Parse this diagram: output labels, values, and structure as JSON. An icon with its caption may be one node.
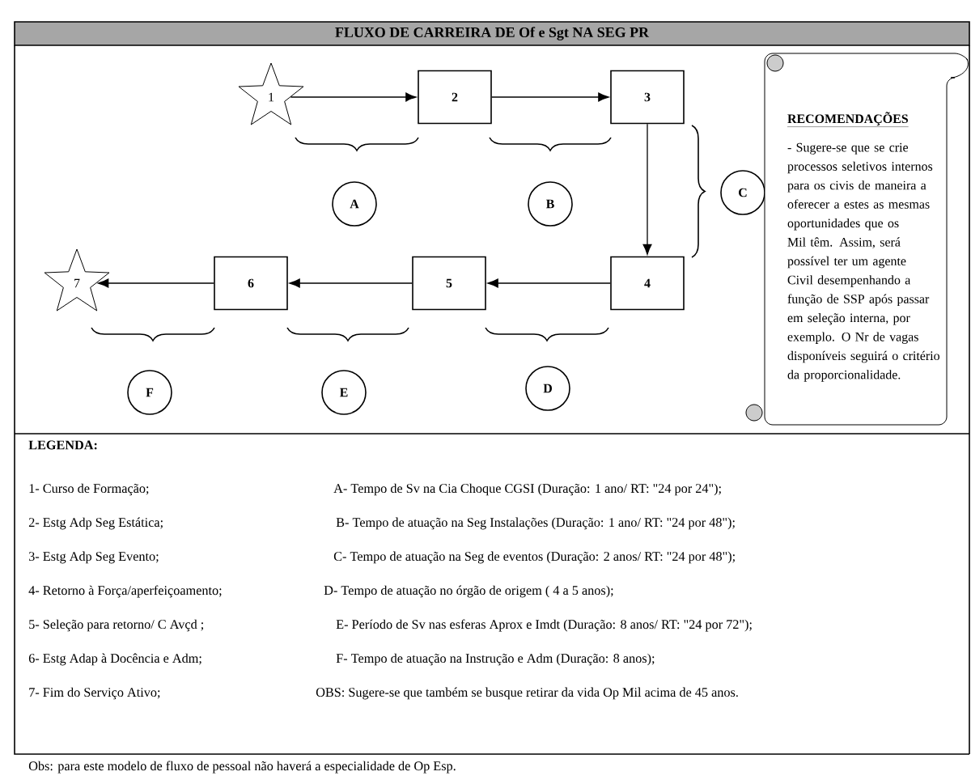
{
  "diagram": {
    "title": "FLUXO DE CARREIRA DE Of e Sgt NA SEG PR",
    "nodes": [
      {
        "text": [
          "1"
        ]
      },
      {
        "text": [
          "2"
        ]
      },
      {
        "text": [
          "3"
        ]
      },
      {
        "text": [
          "4"
        ]
      },
      {
        "text": [
          "5"
        ]
      },
      {
        "text": [
          "6"
        ]
      },
      {
        "text": [
          "7"
        ]
      },
      {
        "text": [
          "A"
        ]
      },
      {
        "text": [
          "B"
        ]
      },
      {
        "text": [
          "C"
        ]
      },
      {
        "text": [
          "D"
        ]
      },
      {
        "text": [
          "E"
        ]
      },
      {
        "text": [
          "F"
        ]
      },
      {
        "text": [
          "RECOMENDAÇÕES",
          "- Sugere-se que se crie processos seletivos internos para os civis de maneira a oferecer a estes as mesmas oportunidades que os Mil têm. Assim, será possível ter um agente Civil desempenhando a função de SSP após passar em seleção interna, por exemplo. O Nr de vagas disponíveis seguirá o critério da proporcionalidade."
        ]
      }
    ],
    "edges": [
      {
        "from": 0,
        "to": 1,
        "arrow": "to"
      },
      {
        "from": 1,
        "to": 2,
        "arrow": "to"
      },
      {
        "from": 2,
        "to": 3,
        "arrow": "to"
      },
      {
        "from": 3,
        "to": 4,
        "arrow": "to"
      },
      {
        "from": 4,
        "to": 5,
        "arrow": "to"
      },
      {
        "from": 5,
        "to": 6,
        "arrow": "to"
      }
    ],
    "labels": [
      "LEGENDA:",
      "1- Curso de Formação;",
      "A- Tempo de Sv na Cia Choque CGSI (Duração:  1 ano/ RT: \"24 por 24\");",
      "2- Estg Adp Seg Estática;",
      "B- Tempo de atuação na Seg Instalações (Duração: 1 ano/ RT: \"24 por 48\");",
      "3- Estg Adp Seg Evento;",
      "C- Tempo de atuação na Seg de eventos (Duração: 2 anos/ RT: \"24 por 48\");",
      "4- Retorno à Força/aperfeiçoamento;",
      "D- Tempo de atuação no órgão de origem ( 4 a 5 anos);",
      "5- Seleção para retorno/ C Avçd ;",
      "E- Período de Sv nas esferas Aprox e Imdt (Duração: 8 anos/ RT: \"24 por 72\");",
      "6- Estg Adap à Docência e Adm;",
      "F- Tempo de atuação na Instrução e Adm (Duração: 8 anos);",
      "7- Fim do Serviço Ativo;",
      "OBS: Sugere-se que também se busque retirar da vida Op Mil acima de 45 anos.",
      "Obs: para este modelo de fluxo de pessoal não haverá a especialidade de Op Esp."
    ]
  }
}
